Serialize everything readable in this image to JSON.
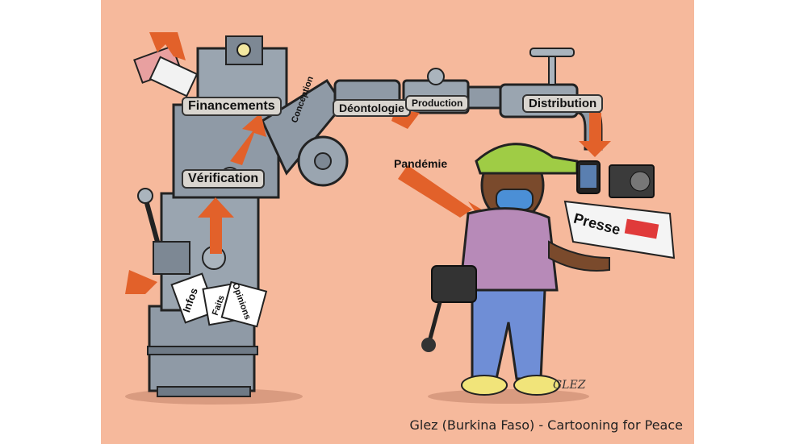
{
  "colors": {
    "background": "#f6b99c",
    "machine": "#8f9aa6",
    "arrow": "#e2612a"
  },
  "labels": {
    "financements": "Financements",
    "conception": "Conception",
    "deontologie": "Déontologie",
    "production": "Production",
    "distribution": "Distribution",
    "verification": "Vérification",
    "pandemie": "Pandémie",
    "presse": "Presse",
    "infos": "Infos",
    "faits": "Faits",
    "opinions": "Opinions"
  },
  "signature": "GLEZ",
  "credit": "Glez (Burkina Faso) - Cartooning for Peace"
}
